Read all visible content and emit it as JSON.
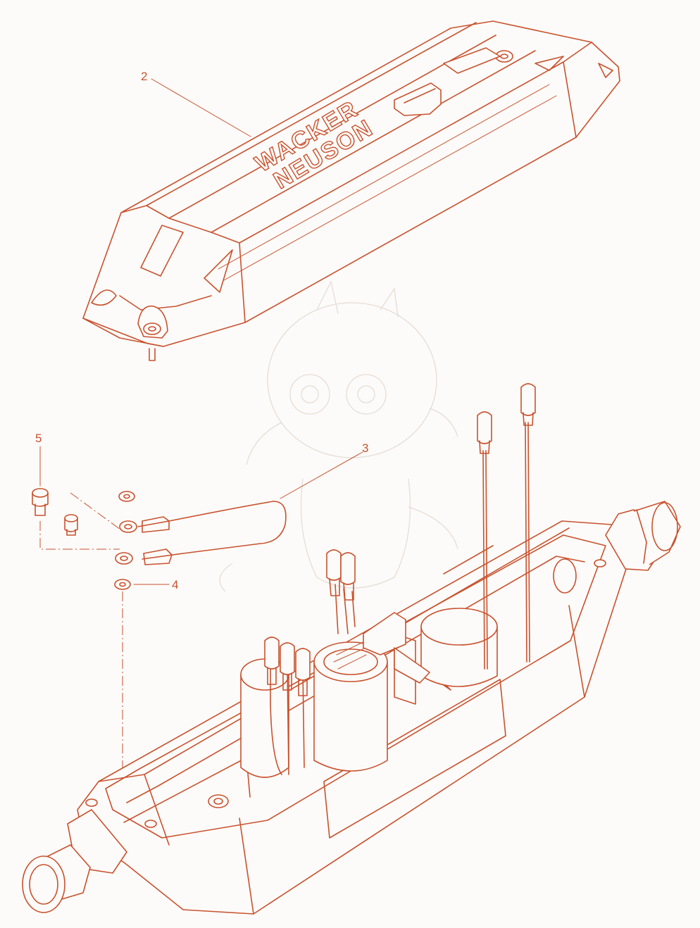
{
  "drawing": {
    "line_color": "#c8522e",
    "background_color": "#fdfbf9",
    "watermark_color": "#e6dcd6"
  },
  "callouts": {
    "part_2": "2",
    "part_3": "3",
    "part_4": "4",
    "part_5": "5"
  },
  "brand": {
    "line_1": "WACKER",
    "line_2": "NEUSON"
  }
}
